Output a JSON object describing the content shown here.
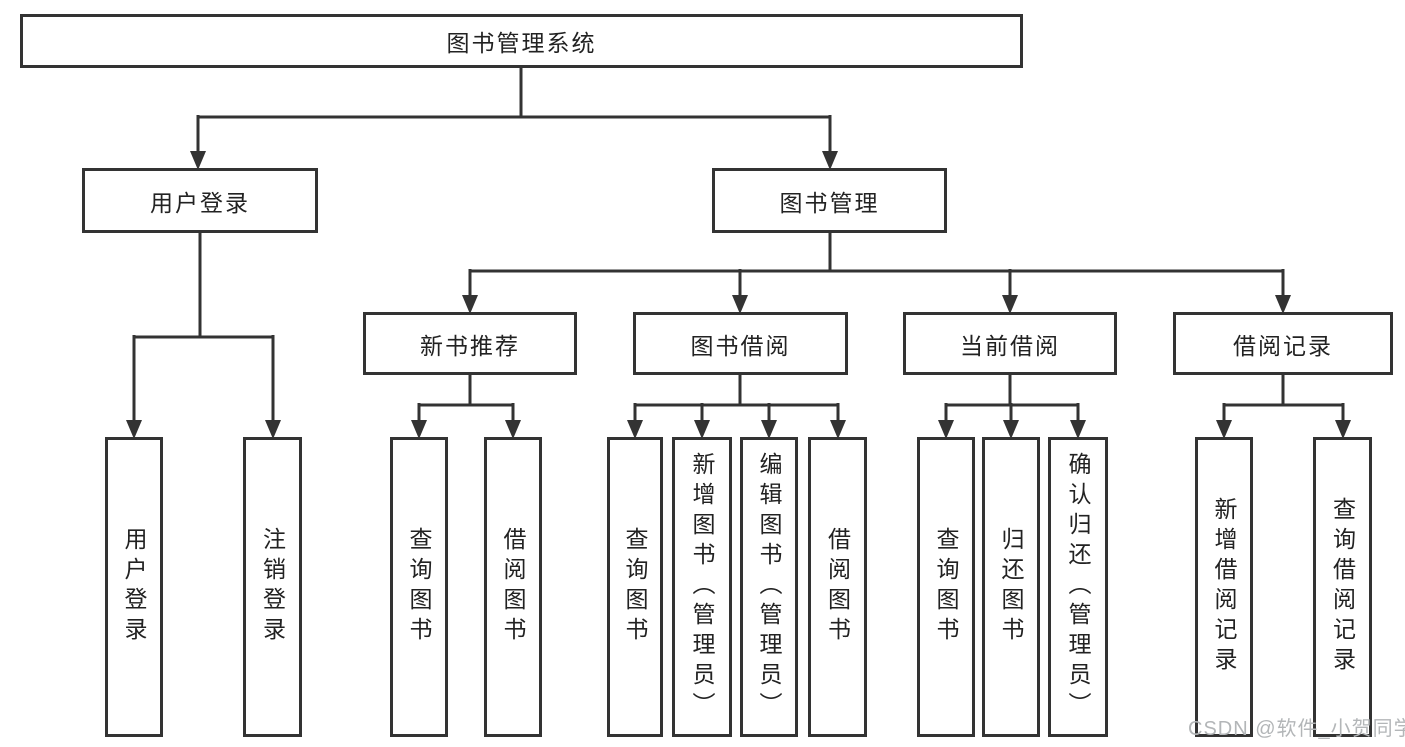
{
  "diagram": {
    "type": "tree",
    "title": "图书管理系统",
    "nodes": {
      "root": "图书管理系统",
      "user_login_group": "用户登录",
      "book_mgmt_group": "图书管理",
      "new_book_rec": "新书推荐",
      "book_borrow": "图书借阅",
      "current_borrow": "当前借阅",
      "borrow_records": "借阅记录",
      "user_login": "用户登录",
      "logout": "注销登录",
      "query_books_1": "查询图书",
      "borrow_books_1": "借阅图书",
      "query_books_2": "查询图书",
      "add_books_admin": "新增图书（管理员）",
      "edit_books_admin": "编辑图书（管理员）",
      "borrow_books_2": "借阅图书",
      "query_books_3": "查询图书",
      "return_books": "归还图书",
      "confirm_return_admin": "确认归还（管理员）",
      "add_borrow_record": "新增借阅记录",
      "query_borrow_record": "查询借阅记录"
    },
    "edges": [
      [
        "root",
        "user_login_group"
      ],
      [
        "root",
        "book_mgmt_group"
      ],
      [
        "user_login_group",
        "user_login"
      ],
      [
        "user_login_group",
        "logout"
      ],
      [
        "book_mgmt_group",
        "new_book_rec"
      ],
      [
        "book_mgmt_group",
        "book_borrow"
      ],
      [
        "book_mgmt_group",
        "current_borrow"
      ],
      [
        "book_mgmt_group",
        "borrow_records"
      ],
      [
        "new_book_rec",
        "query_books_1"
      ],
      [
        "new_book_rec",
        "borrow_books_1"
      ],
      [
        "book_borrow",
        "query_books_2"
      ],
      [
        "book_borrow",
        "add_books_admin"
      ],
      [
        "book_borrow",
        "edit_books_admin"
      ],
      [
        "book_borrow",
        "borrow_books_2"
      ],
      [
        "current_borrow",
        "query_books_3"
      ],
      [
        "current_borrow",
        "return_books"
      ],
      [
        "current_borrow",
        "confirm_return_admin"
      ],
      [
        "borrow_records",
        "add_borrow_record"
      ],
      [
        "borrow_records",
        "query_borrow_record"
      ]
    ]
  },
  "watermark": {
    "text": "CSDN @软件_小贺同学"
  },
  "colors": {
    "line": "#333333",
    "text": "#222222",
    "background": "#ffffff",
    "watermark": "#b3b6b8"
  }
}
